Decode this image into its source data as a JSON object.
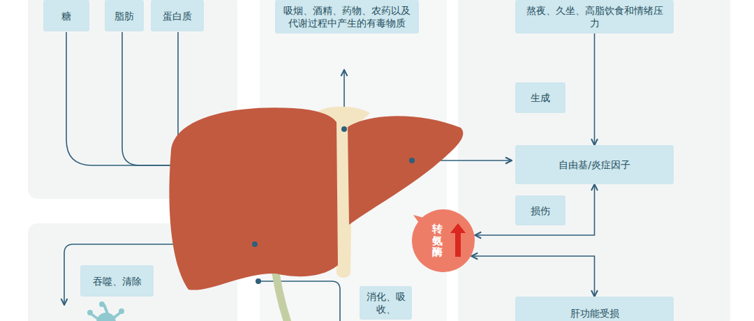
{
  "diagram": {
    "nodes": [
      {
        "text": [
          "糖"
        ]
      },
      {
        "text": [
          "脂肪"
        ]
      },
      {
        "text": [
          "蛋白质"
        ]
      },
      {
        "text": [
          "吸烟、酒精、药物、农药以及代谢过程中产生的有毒物质"
        ]
      },
      {
        "text": [
          "熬夜、久坐、高脂饮食和情绪压力"
        ]
      },
      {
        "text": [
          "生成"
        ]
      },
      {
        "text": [
          "自由基/炎症因子"
        ]
      },
      {
        "text": [
          "损伤"
        ]
      },
      {
        "text": [
          "转氨酶"
        ]
      },
      {
        "text": [
          "吞噬、清除"
        ]
      },
      {
        "text": [
          "消化、吸收、"
        ]
      },
      {
        "text": [
          "肝功能受损"
        ]
      }
    ],
    "edges": [
      {
        "from": 4,
        "to": 6,
        "arrow": "to"
      },
      {
        "from": 6,
        "to": 8,
        "arrow": "both"
      },
      {
        "from": 8,
        "to": 11,
        "arrow": "both"
      }
    ]
  }
}
